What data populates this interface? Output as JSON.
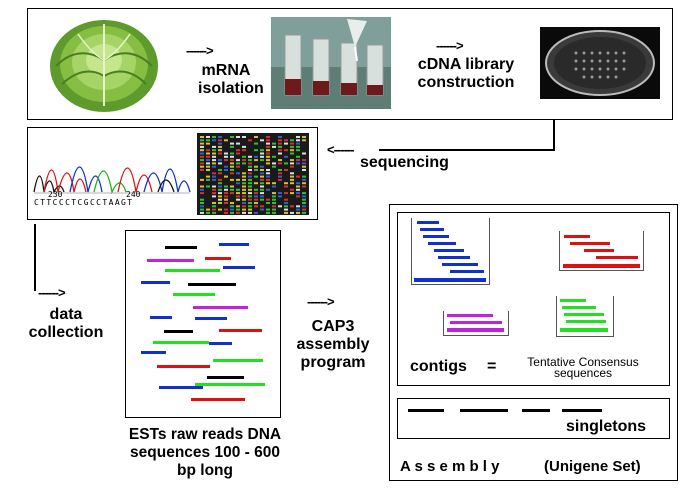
{
  "top": {
    "arrow1": "------>",
    "step1": "mRNA isolation",
    "arrow2": "------>",
    "step2": "cDNA library construction"
  },
  "middle": {
    "arrow_left": "<------",
    "step3": "sequencing",
    "chromatogram_ticks": [
      "230",
      "240"
    ],
    "chromatogram_seq": "CTTCCCTCGCCTAAGT"
  },
  "left": {
    "arrow": "------>",
    "step4": "data collection"
  },
  "reads": {
    "caption": "ESTs raw reads DNA sequences 100 - 600 bp long"
  },
  "assembly_step": {
    "arrow": "------>",
    "label": "CAP3 assembly program"
  },
  "assembly": {
    "contigs_label": "contigs",
    "equals": "=",
    "tcs_label": "Tentative Consensus sequences",
    "singletons_label": "singletons",
    "title": "A s s e m b l y",
    "subtitle": "(Unigene Set)"
  },
  "colors": {
    "blue": "#1030d0",
    "red": "#e01010",
    "green": "#20e020",
    "magenta": "#c020e0",
    "black": "#000000"
  }
}
